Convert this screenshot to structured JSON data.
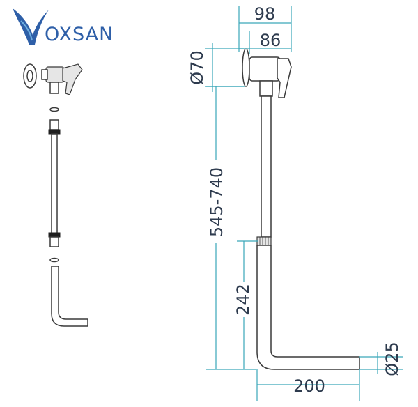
{
  "brand": {
    "name": "OXSAN",
    "logo_letter": "V"
  },
  "dimensions": {
    "width_outer": "98",
    "width_inner": "86",
    "rosette_diameter": "Ø70",
    "height_range": "545-740",
    "lower_height": "242",
    "depth": "200",
    "pipe_diameter": "Ø25"
  },
  "colors": {
    "brand": "#2e5fa8",
    "accent": "#3aa6b9",
    "text": "#2e3b4e",
    "line": "#3a3a3a"
  }
}
